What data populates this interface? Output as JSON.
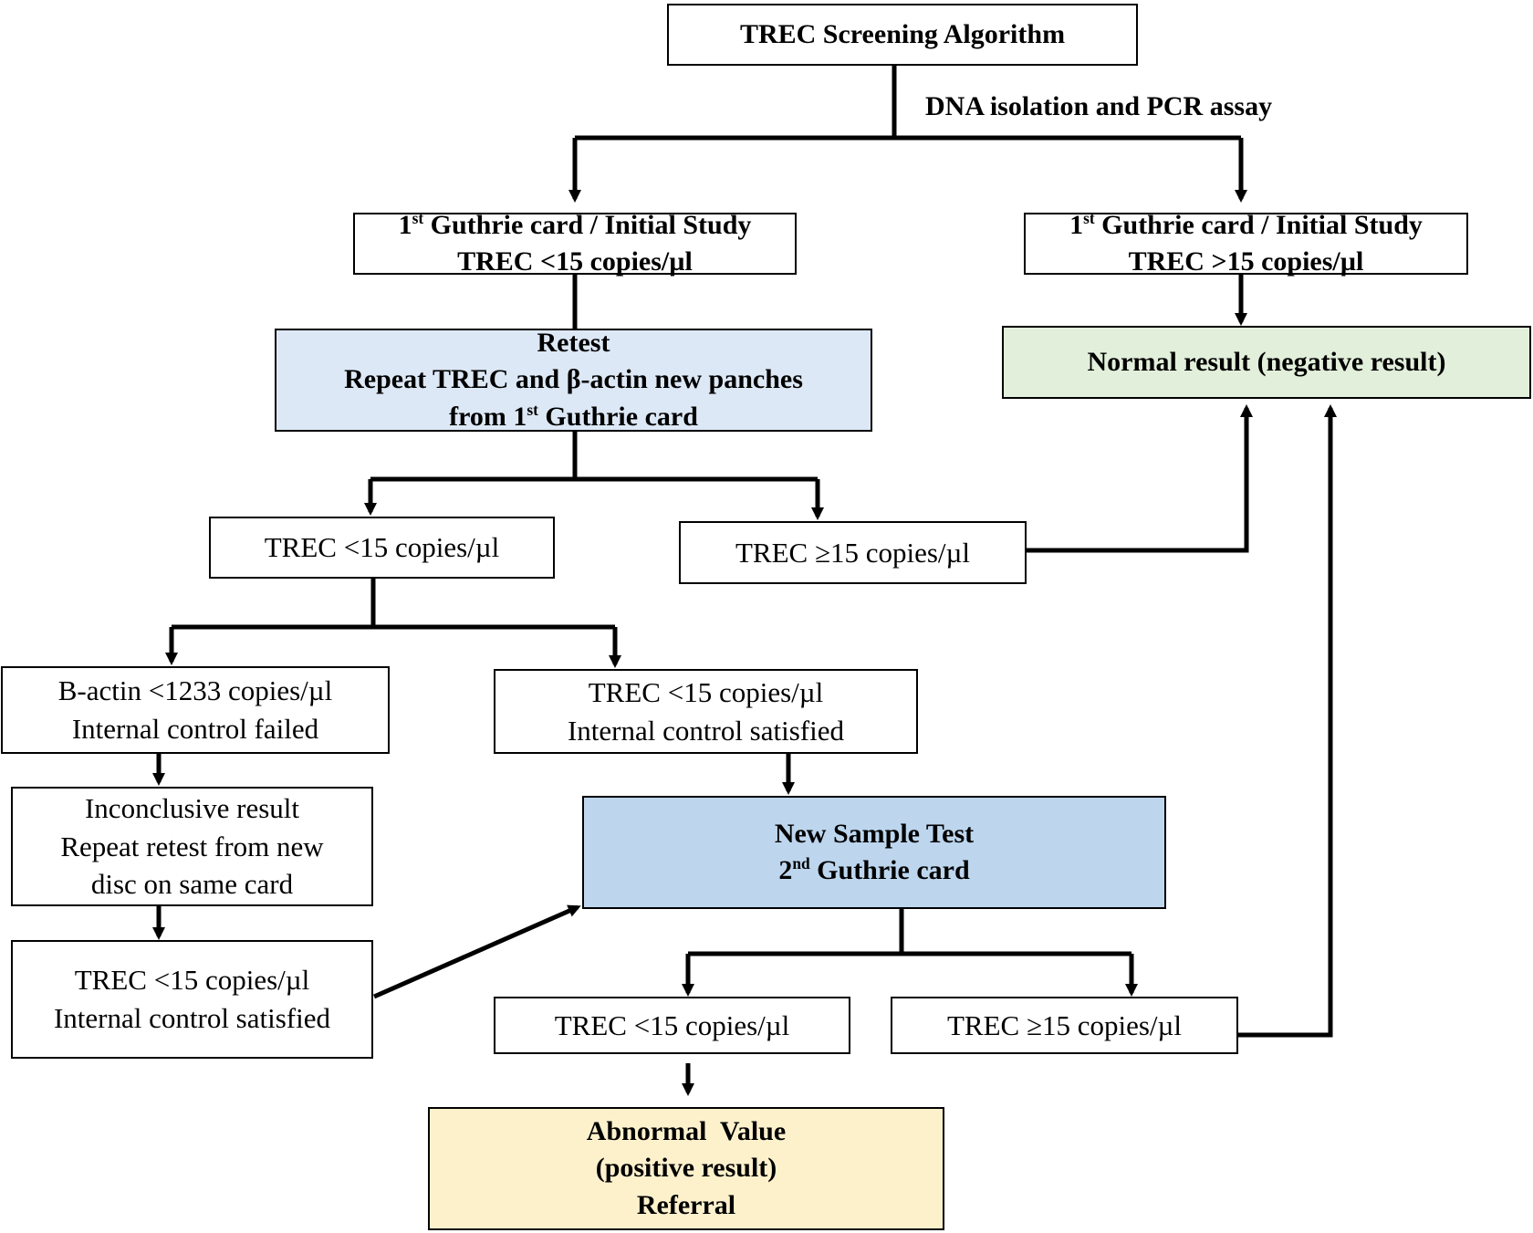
{
  "title": "TREC Screening Algorithm",
  "edge_label": "DNA isolation and PCR assay",
  "colors": {
    "line": "#000000",
    "retest_fill": "#dde8f6",
    "new_sample_fill": "#bdd6ee",
    "normal_fill": "#e2efda",
    "abnormal_fill": "#fdf1cc"
  },
  "boxes": {
    "initial_low": {
      "l1_pre": "1",
      "l1_sup": "st",
      "l1_post": " Guthrie card / Initial Study",
      "line2": "TREC <15 copies/µl"
    },
    "initial_high": {
      "l1_pre": "1",
      "l1_sup": "st",
      "l1_post": " Guthrie card / Initial Study",
      "line2": "TREC >15 copies/µl"
    },
    "retest": {
      "line1": "Retest",
      "line2": "Repeat TREC and β-actin new panches",
      "l3_pre": "from 1",
      "l3_sup": "st",
      "l3_post": " Guthrie card"
    },
    "normal": {
      "text": "Normal result (negative result)"
    },
    "retest_low": {
      "text": "TREC <15 copies/µl"
    },
    "retest_high": {
      "text": "TREC ≥15 copies/µl"
    },
    "bactin_fail": {
      "line1": "B-actin <1233 copies/µl",
      "line2": "Internal control failed"
    },
    "control_ok": {
      "line1": "TREC <15 copies/µl",
      "line2": "Internal control satisfied"
    },
    "inconclusive": {
      "line1": "Inconclusive result",
      "line2": "Repeat retest from new",
      "line3": "disc on same card"
    },
    "control_ok_2": {
      "line1": "TREC <15 copies/µl",
      "line2": "Internal control satisfied"
    },
    "new_sample": {
      "line1": "New Sample Test",
      "l2_pre": "2",
      "l2_sup": "nd",
      "l2_post": " Guthrie card"
    },
    "final_low": {
      "text": "TREC <15 copies/µl"
    },
    "final_high": {
      "text": "TREC ≥15 copies/µl"
    },
    "abnormal": {
      "line1": "Abnormal  Value",
      "line2": "(positive result)",
      "line3": "Referral"
    }
  }
}
